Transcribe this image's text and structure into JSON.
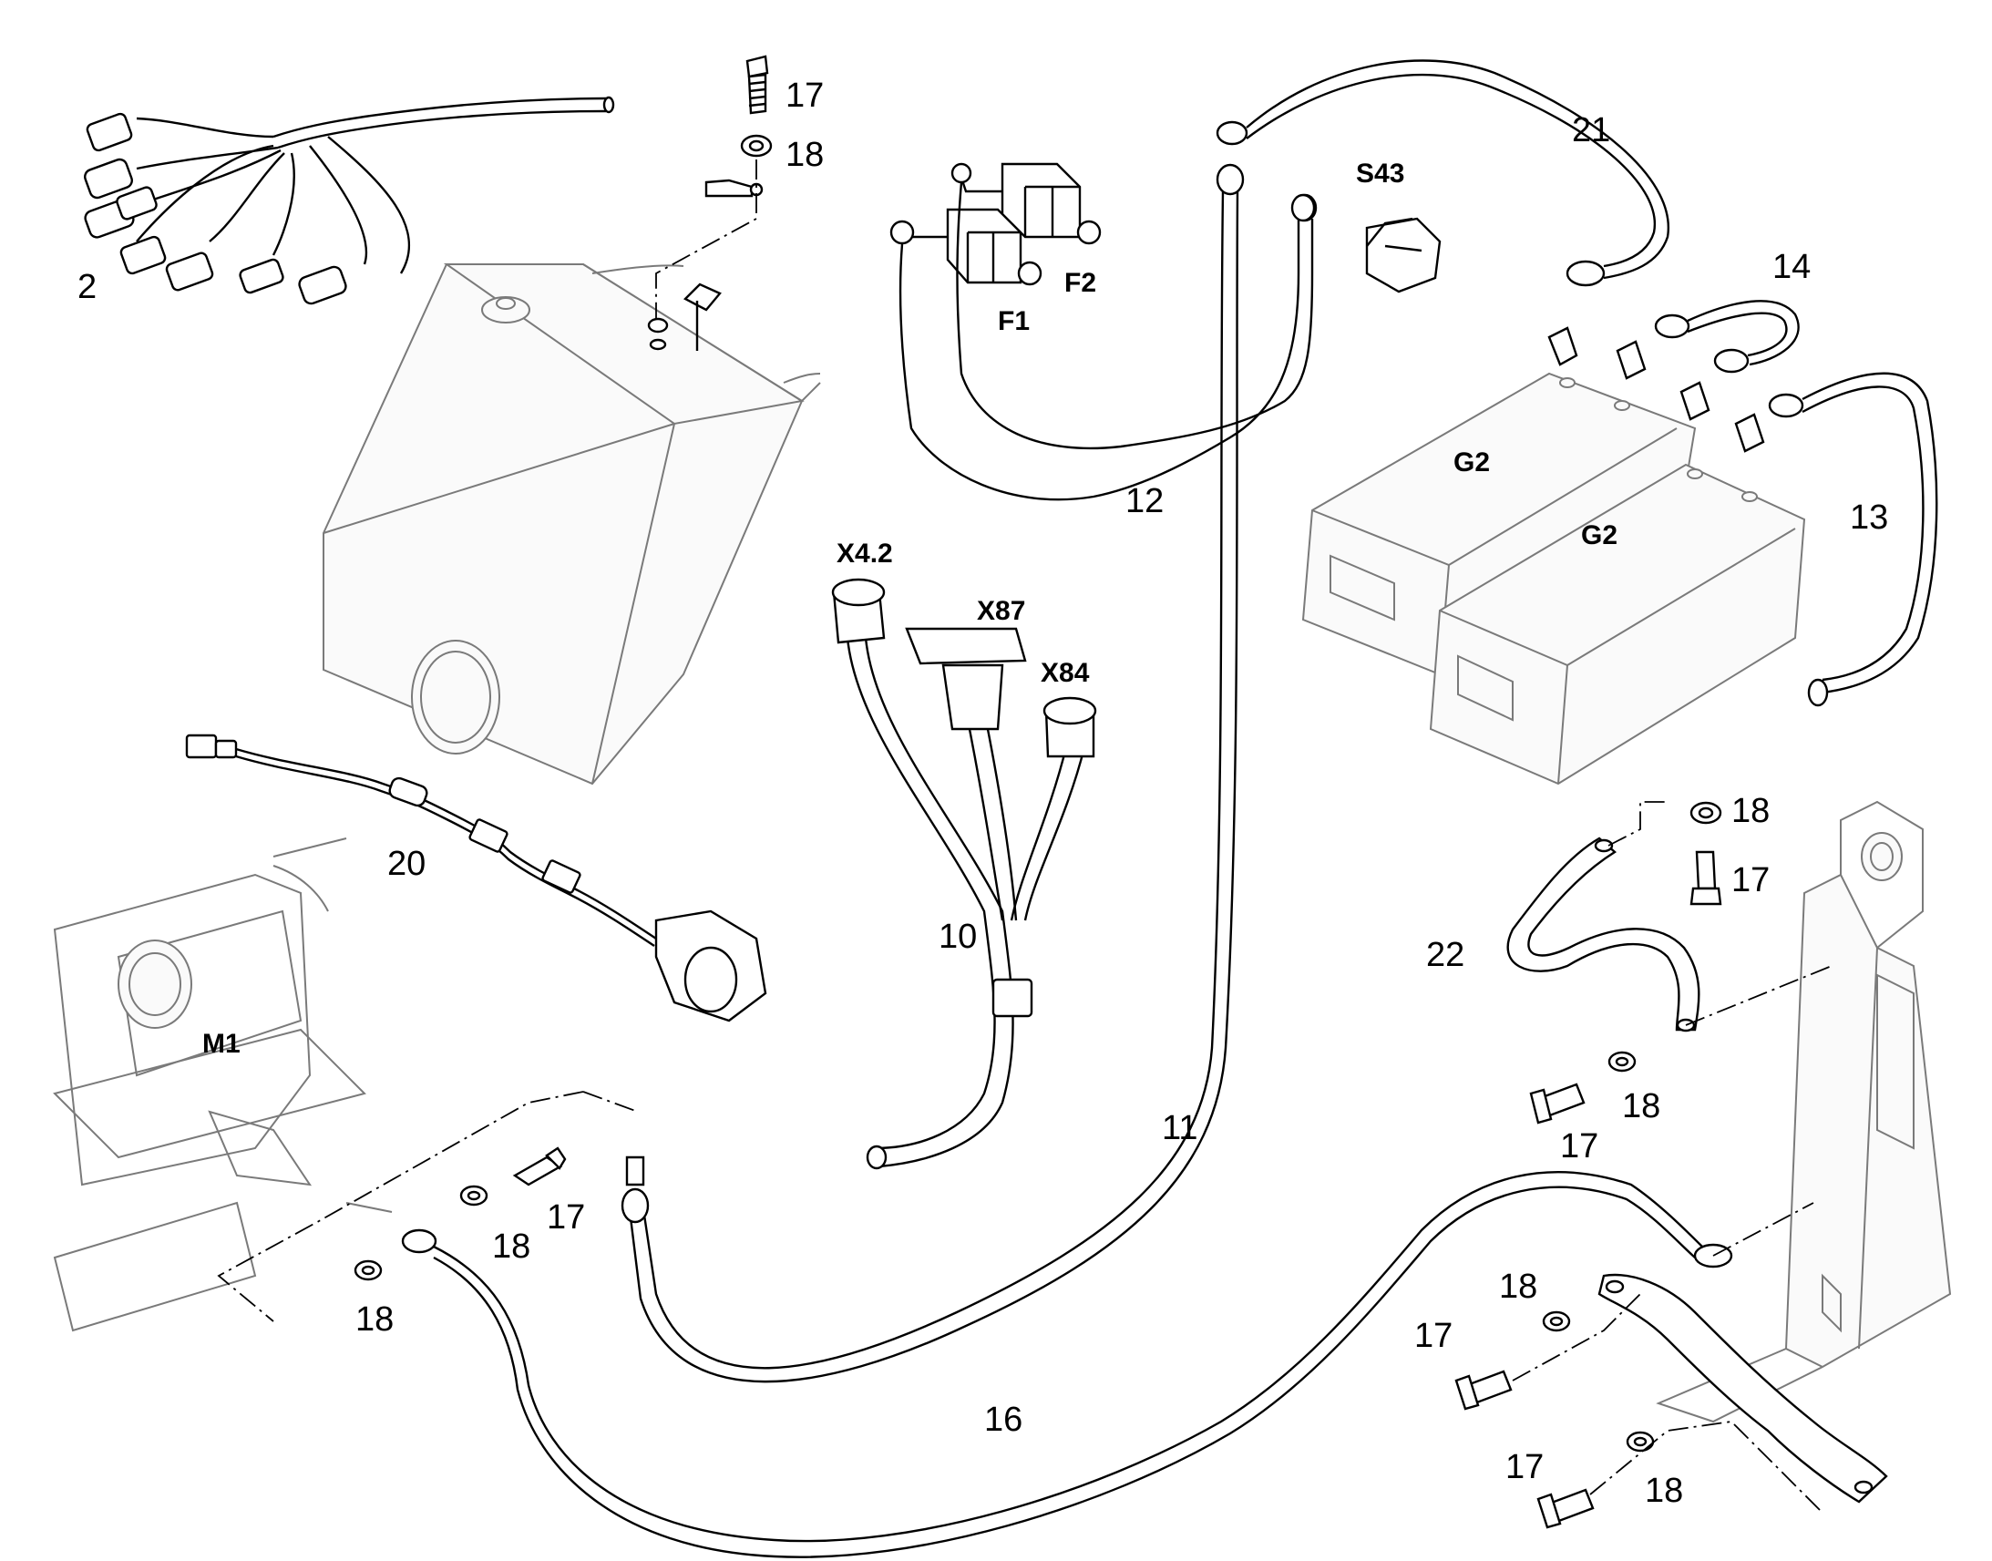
{
  "callouts": {
    "c2": "2",
    "c10": "10",
    "c11": "11",
    "c12": "12",
    "c13": "13",
    "c14": "14",
    "c16": "16",
    "c17_top": "17",
    "c18_top": "18",
    "c17_right": "17",
    "c18_right": "18",
    "c17_mid": "17",
    "c18_mid": "18",
    "c17_left": "17",
    "c18_left_a": "18",
    "c18_left_b": "18",
    "c17_bl": "17",
    "c18_bl": "18",
    "c17_bb": "17",
    "c18_bb": "18",
    "c20": "20",
    "c21": "21",
    "c22": "22"
  },
  "components": {
    "f1": "F1",
    "f2": "F2",
    "s43": "S43",
    "x42": "X4.2",
    "x87": "X87",
    "x84": "X84",
    "g2_back": "G2",
    "g2_front": "G2",
    "m1": "M1"
  }
}
